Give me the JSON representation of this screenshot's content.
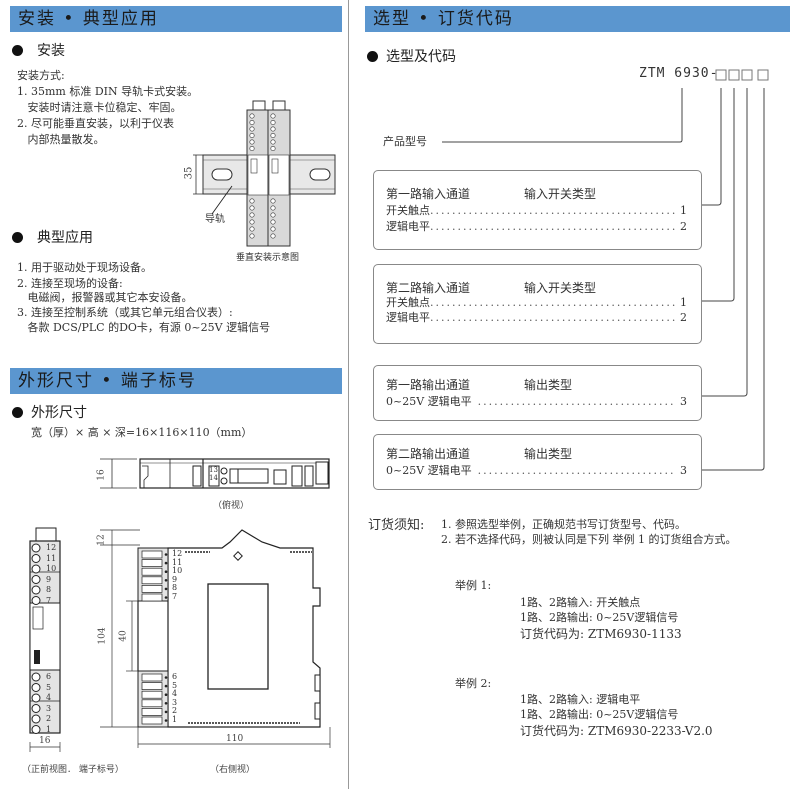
{
  "left": {
    "section1": {
      "header": "安装 • 典型应用",
      "install": {
        "bullet": "安装",
        "heading": "安装方式:",
        "items": [
          "1. 35mm 标准 DIN 导轨卡式安装。",
          "   安装时请注意卡位稳定、牢固。",
          "2. 尽可能垂直安装，以利于仪表",
          "   内部热量散发。"
        ],
        "figure": {
          "dimension": "35",
          "rail_label": "导轨",
          "caption": "垂直安装示意图"
        }
      },
      "application": {
        "bullet": "典型应用",
        "items": [
          "1. 用于驱动处于现场设备。",
          "2. 连接至现场的设备:",
          "   电磁阀，报警器或其它本安设备。",
          "3. 连接至控制系统（或其它单元组合仪表）:",
          "   各款 DCS/PLC 的DO卡，有源 0~25V 逻辑信号"
        ]
      }
    },
    "section2": {
      "header": "外形尺寸 • 端子标号",
      "dimensions": {
        "bullet": "外形尺寸",
        "formula": "宽（厚）× 高 × 深=16×116×110（mm）"
      },
      "top_view": {
        "dimension": "16",
        "terminal_label": "13 14",
        "caption": "（俯视）"
      },
      "front_view": {
        "terminals_top": [
          "12",
          "11",
          "10",
          "9",
          "8",
          "7"
        ],
        "terminals_bottom": [
          "6",
          "5",
          "4",
          "3",
          "2",
          "1"
        ],
        "dimension_width": "16",
        "caption": "（正前视图． 端子标号）"
      },
      "side_view": {
        "dim_top": "12",
        "dim_height": "104",
        "dim_mid": "40",
        "dim_depth": "110",
        "terminals_top": [
          "12",
          "11",
          "10",
          "9",
          "8",
          "7"
        ],
        "terminals_bottom": [
          "6",
          "5",
          "4",
          "3",
          "2",
          "1"
        ],
        "caption": "（右侧视）"
      }
    }
  },
  "right": {
    "header": "选型 • 订货代码",
    "bullet": "选型及代码",
    "model_code": "ZTM 6930-",
    "product_label": "产品型号",
    "boxes": [
      {
        "title": "第一路输入通道",
        "type": "输入开关类型",
        "options": [
          {
            "label": "开关触点",
            "code": "1"
          },
          {
            "label": "逻辑电平",
            "code": "2"
          }
        ]
      },
      {
        "title": "第二路输入通道",
        "type": "输入开关类型",
        "options": [
          {
            "label": "开关触点",
            "code": "1"
          },
          {
            "label": "逻辑电平",
            "code": "2"
          }
        ]
      },
      {
        "title": "第一路输出通道",
        "type": "输出类型",
        "options": [
          {
            "label": "0~25V 逻辑电平",
            "code": "3"
          }
        ]
      },
      {
        "title": "第二路输出通道",
        "type": "输出类型",
        "options": [
          {
            "label": "0~25V 逻辑电平",
            "code": "3"
          }
        ]
      }
    ],
    "notice": {
      "label": "订货须知:",
      "items": [
        "1. 参照选型举例，正确规范书写订货型号、代码。",
        "2. 若不选择代码，则被认同是下列 举例 1 的订货组合方式。"
      ]
    },
    "examples": [
      {
        "title": "举例 1:",
        "input": "1路、2路输入: 开关触点",
        "output": "1路、2路输出: 0~25V逻辑信号",
        "code": "订货代码为: ZTM6930-1133"
      },
      {
        "title": "举例 2:",
        "input": "1路、2路输入: 逻辑电平",
        "output": "1路、2路输出: 0~25V逻辑信号",
        "code": "订货代码为: ZTM6930-2233-V2.0"
      }
    ]
  },
  "colors": {
    "header_bg": "#5b96cf",
    "line": "#333333"
  }
}
